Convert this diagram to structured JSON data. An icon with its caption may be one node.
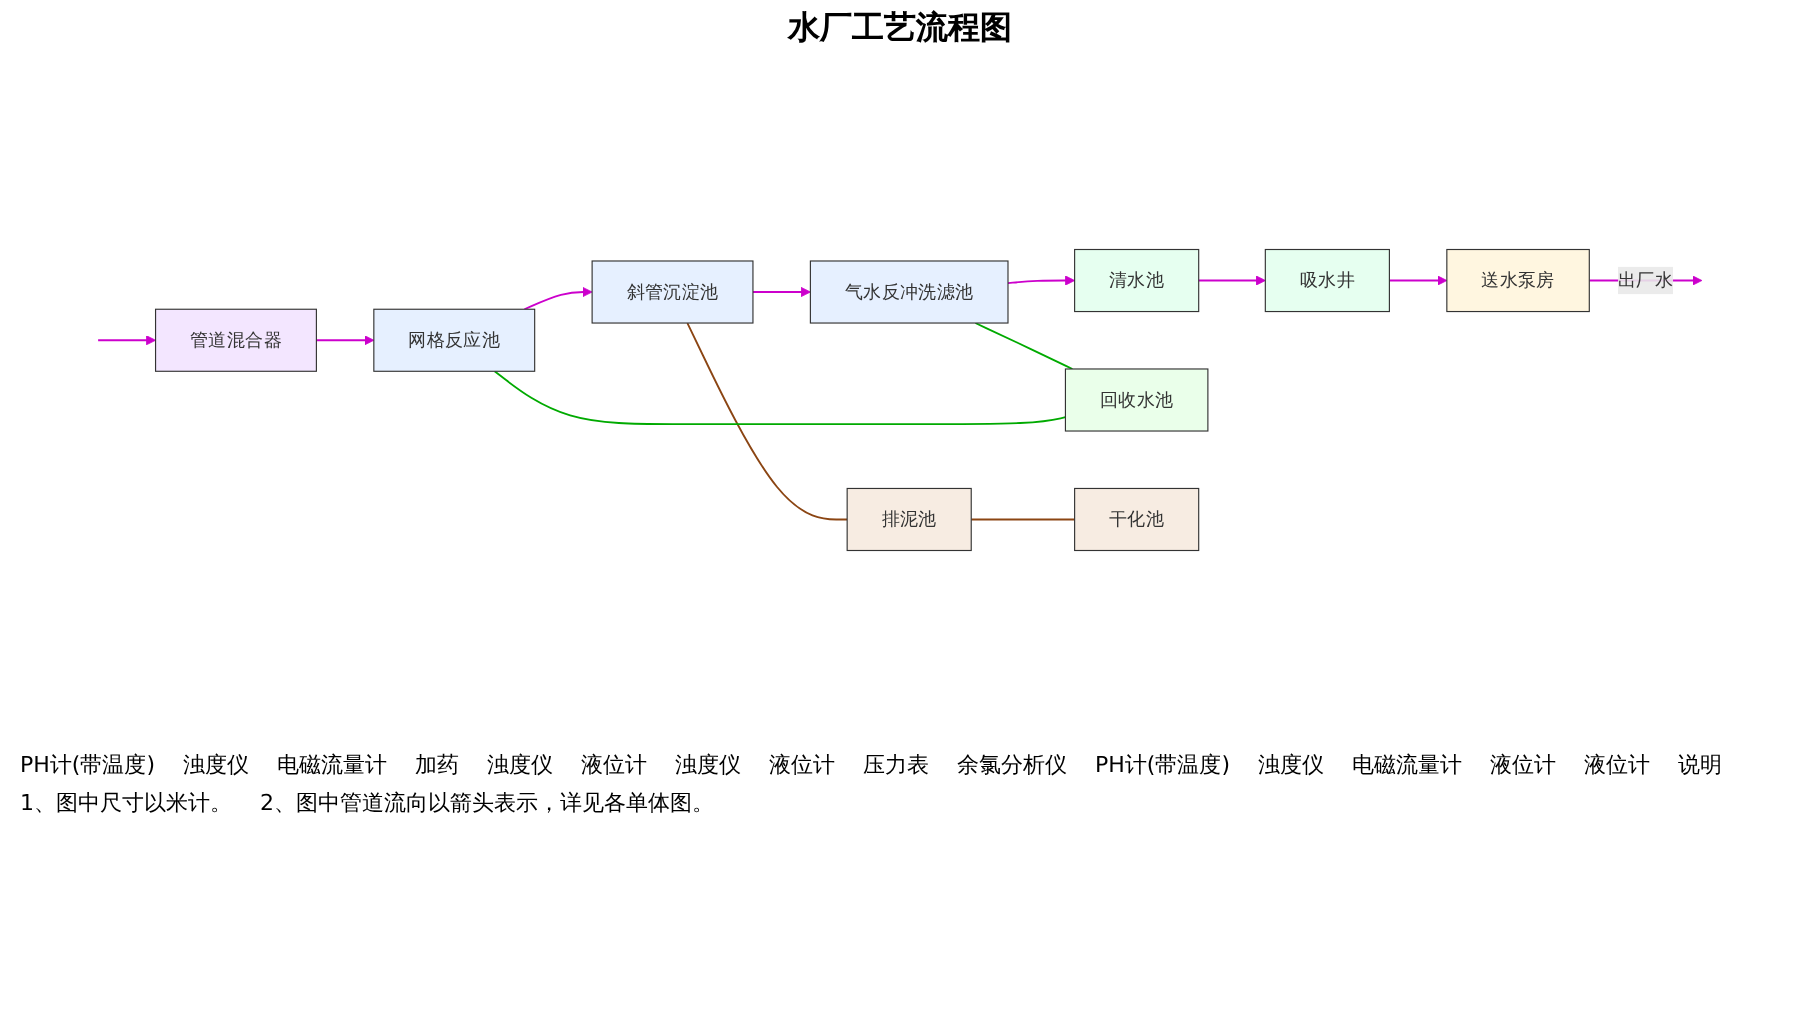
{
  "diagram": {
    "title": "水厂工艺流程图",
    "nodes": [
      {
        "text": [
          "管道混合器"
        ]
      },
      {
        "text": [
          "网格反应池"
        ]
      },
      {
        "text": [
          "斜管沉淀池"
        ]
      },
      {
        "text": [
          "气水反冲洗滤池"
        ]
      },
      {
        "text": [
          "清水池"
        ]
      },
      {
        "text": [
          "吸水井"
        ]
      },
      {
        "text": [
          "送水泵房"
        ]
      },
      {
        "text": [
          "回收水池"
        ]
      },
      {
        "text": [
          "排泥池"
        ]
      },
      {
        "text": [
          "干化池"
        ]
      }
    ],
    "edges": [
      {
        "from": null,
        "to": 0,
        "arrow": "to",
        "color": "#cc00cc"
      },
      {
        "from": 0,
        "to": 1,
        "arrow": "to",
        "color": "#cc00cc"
      },
      {
        "from": 1,
        "to": 2,
        "arrow": "to",
        "color": "#cc00cc"
      },
      {
        "from": 2,
        "to": 3,
        "arrow": "to",
        "color": "#cc00cc"
      },
      {
        "from": 3,
        "to": 4,
        "arrow": "to",
        "color": "#cc00cc"
      },
      {
        "from": 4,
        "to": 5,
        "arrow": "to",
        "color": "#cc00cc"
      },
      {
        "from": 5,
        "to": 6,
        "arrow": "to",
        "color": "#cc00cc"
      },
      {
        "from": 6,
        "to": null,
        "arrow": "to",
        "label": "出厂水",
        "color": "#cc00cc"
      },
      {
        "from": 2,
        "to": 8,
        "arrow": "none",
        "color": "#8b4513"
      },
      {
        "from": 8,
        "to": 9,
        "arrow": "none",
        "color": "#8b4513"
      },
      {
        "from": 3,
        "to": 7,
        "arrow": "none",
        "color": "#00aa00"
      },
      {
        "from": 7,
        "to": 1,
        "arrow": "none",
        "color": "#00aa00"
      }
    ],
    "labels": [
      "PH计(带温度)",
      "浊度仪",
      "电磁流量计",
      "加药",
      "浊度仪",
      "液位计",
      "浊度仪",
      "液位计",
      "压力表",
      "余氯分析仪",
      "PH计(带温度)",
      "浊度仪",
      "电磁流量计",
      "液位计",
      "液位计",
      "说明",
      "1、图中尺寸以米计。",
      "2、图中管道流向以箭头表示，详见各单体图。"
    ]
  }
}
